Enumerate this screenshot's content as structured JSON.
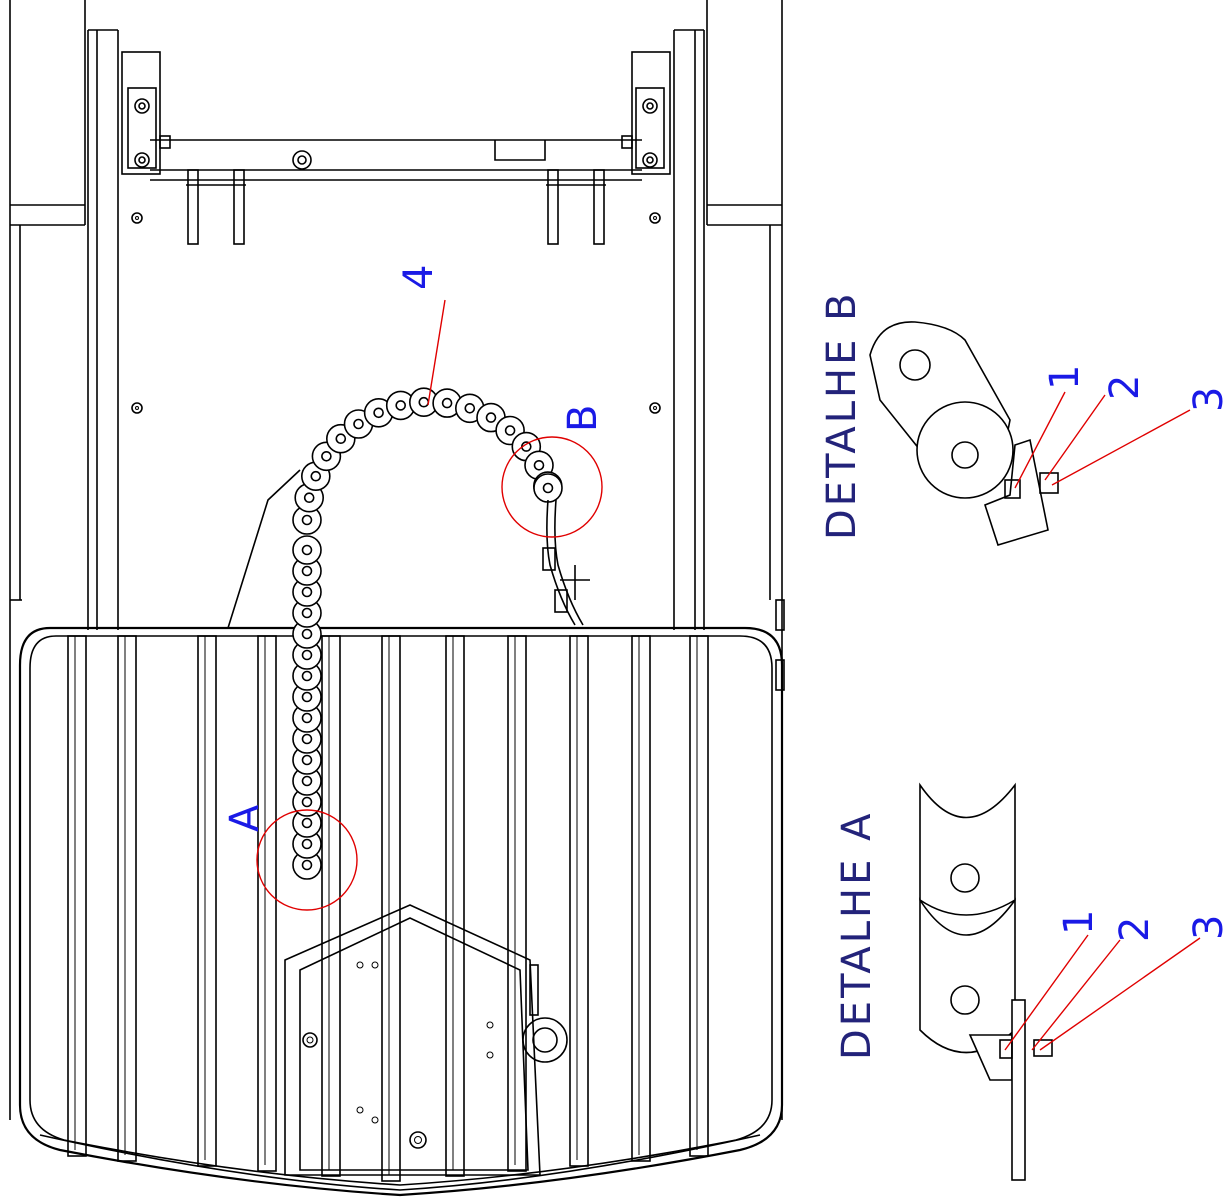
{
  "labels": {
    "callout_4": "4",
    "callout_a": "A",
    "callout_b": "B",
    "detail_a_title": "DETALHE A",
    "detail_b_title": "DETALHE B",
    "detail_a_items": [
      "1",
      "2",
      "3"
    ],
    "detail_b_items": [
      "1",
      "2",
      "3"
    ]
  },
  "colors": {
    "line": "#000000",
    "leader": "#e00000",
    "callout_text": "#1a1ae6",
    "detail_title": "#23237a"
  }
}
